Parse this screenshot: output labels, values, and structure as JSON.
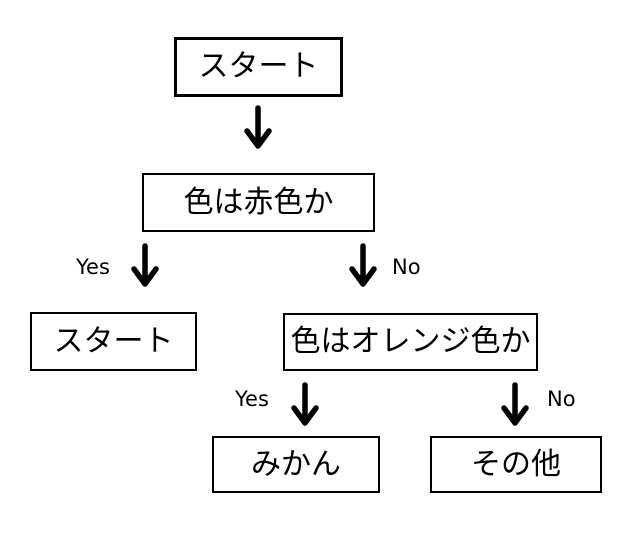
{
  "colors": {
    "background": "#ffffff",
    "line": "#000000",
    "text": "#000000"
  },
  "nodes": {
    "start": {
      "label": "スタート"
    },
    "q_red": {
      "label": "色は赤色か"
    },
    "red_result": {
      "label": "スタート"
    },
    "q_orange": {
      "label": "色はオレンジ色か"
    },
    "orange_result": {
      "label": "みかん"
    },
    "other_result": {
      "label": "その他"
    }
  },
  "branches": {
    "q_red": {
      "yes": "Yes",
      "no": "No"
    },
    "q_orange": {
      "yes": "Yes",
      "no": "No"
    }
  }
}
